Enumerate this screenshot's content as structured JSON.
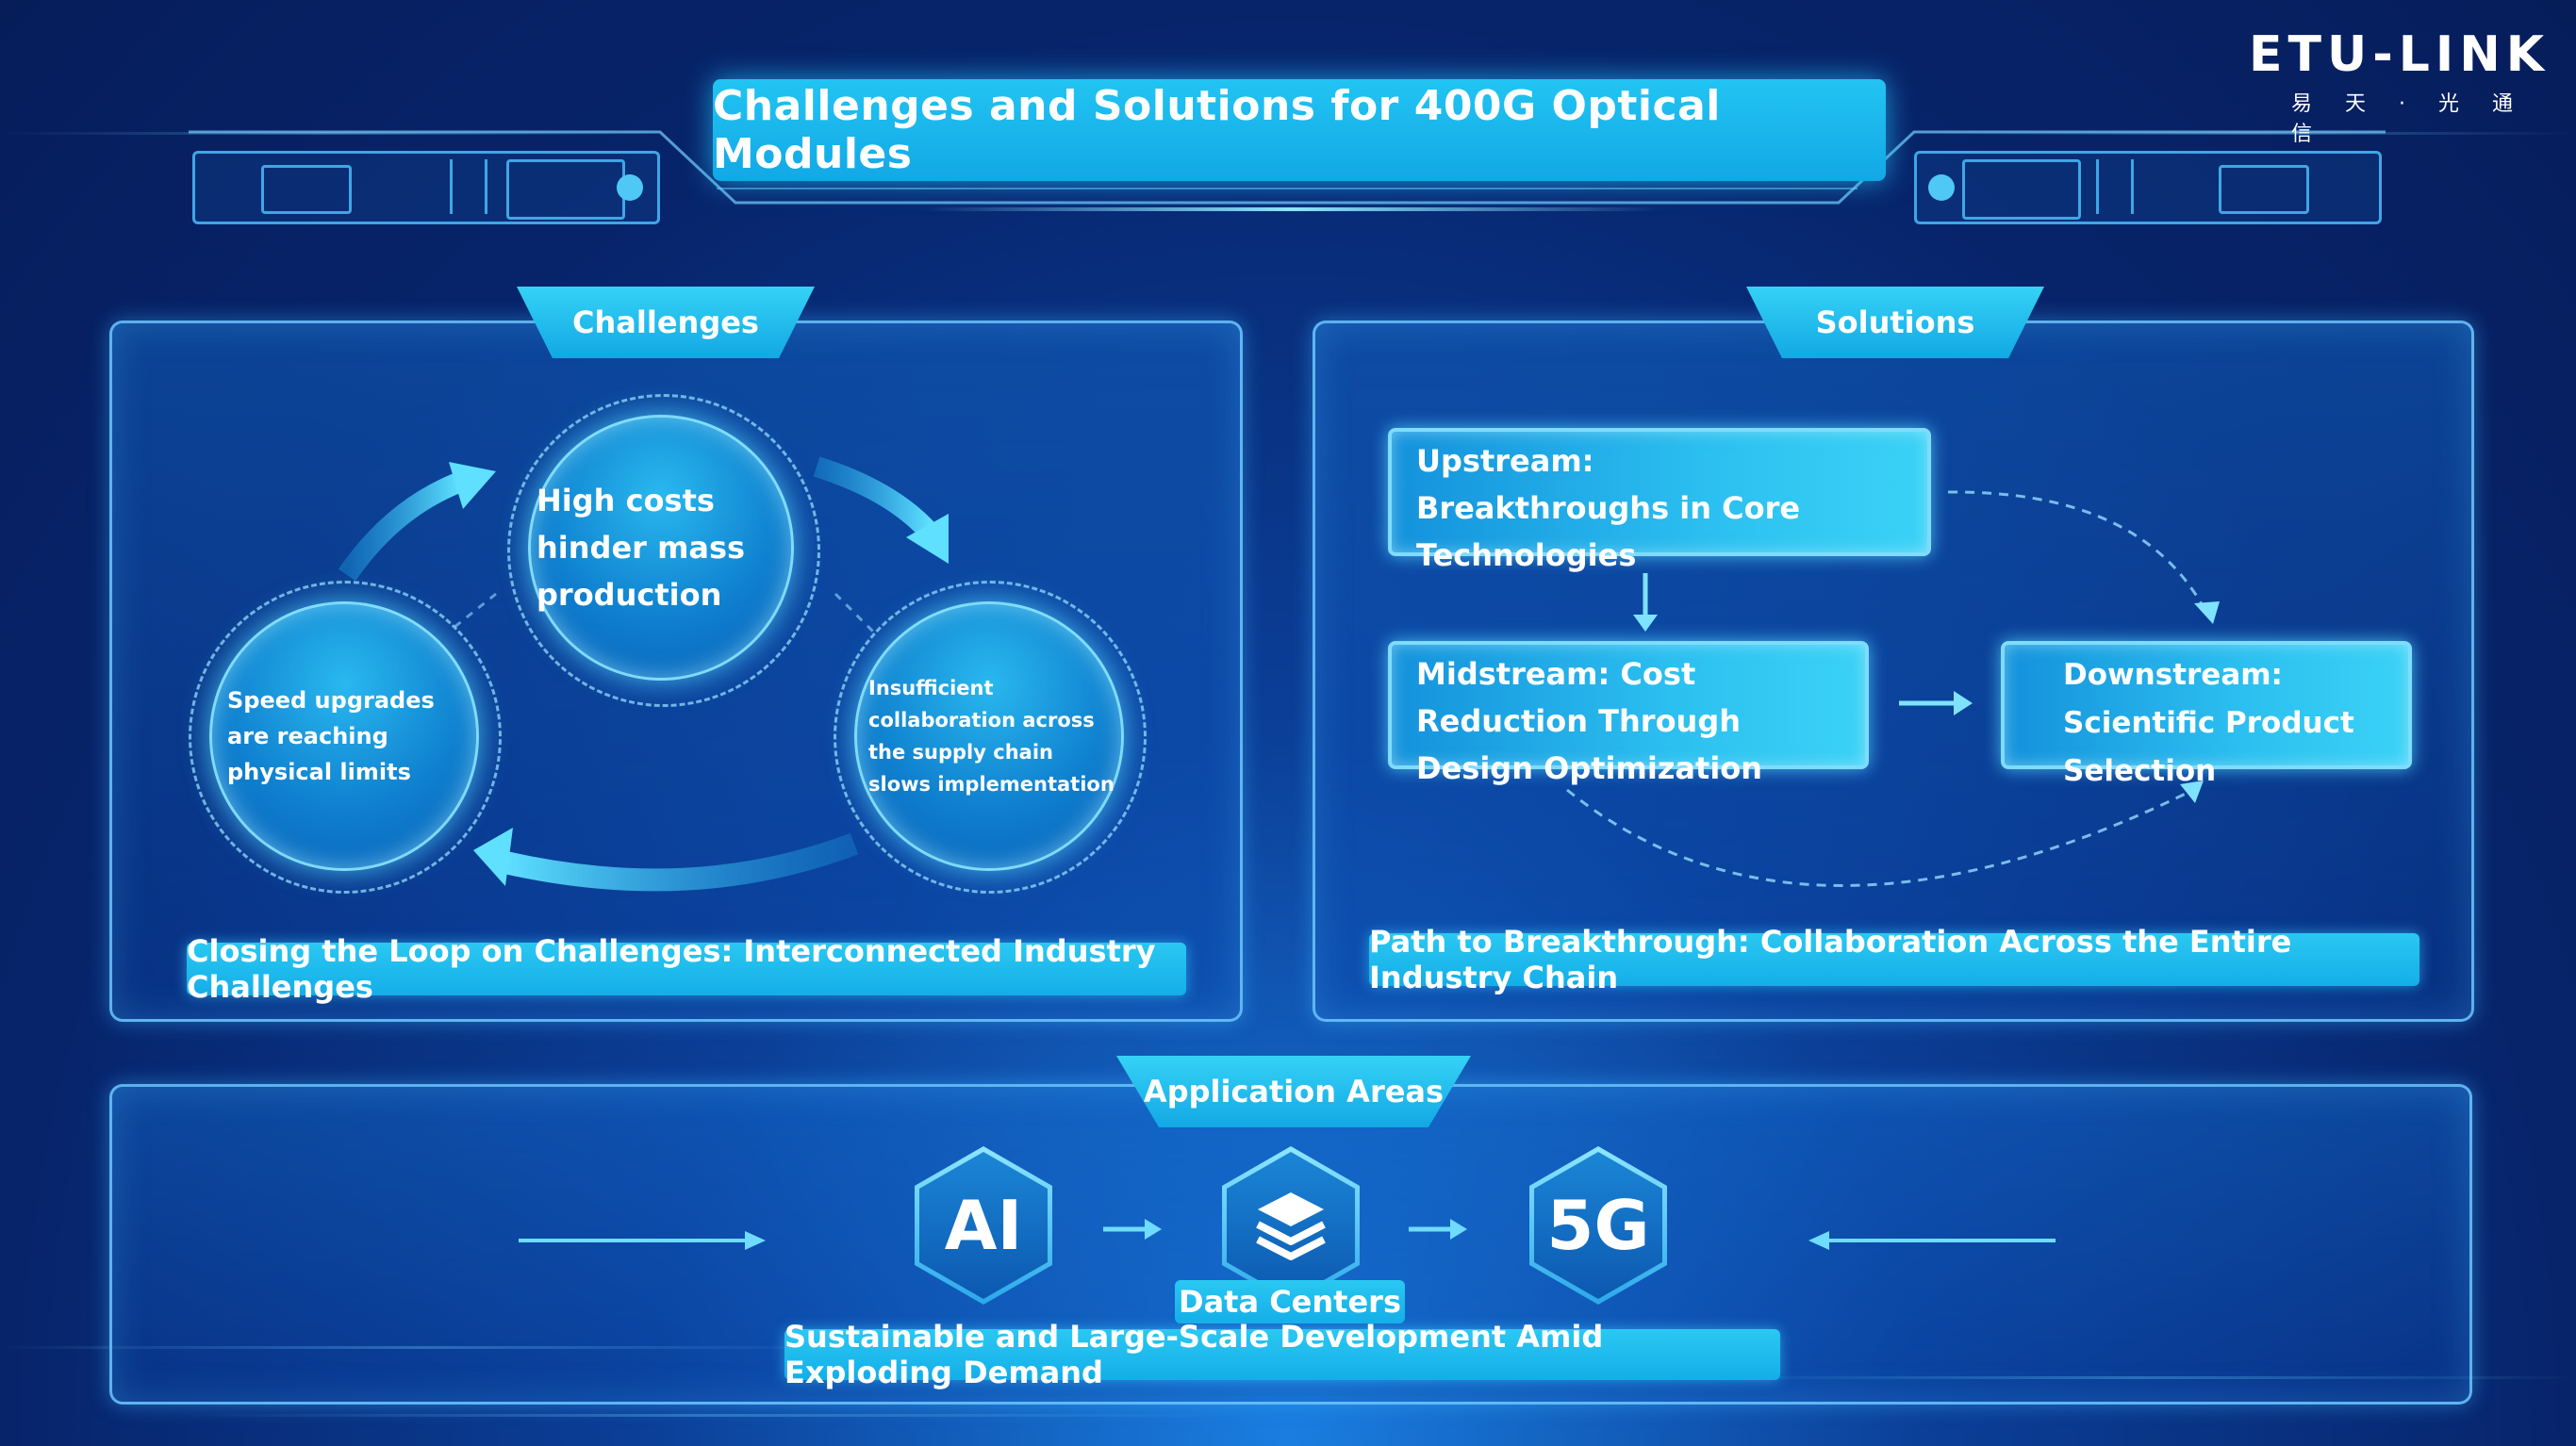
{
  "header": {
    "title": "Challenges and Solutions for 400G Optical Modules"
  },
  "logo": {
    "brand": "ETU-LINK",
    "subtitle": "易 天 · 光 通 信"
  },
  "challenges": {
    "tab_label": "Challenges",
    "items": [
      "High costs hinder mass production",
      "Speed upgrades are reaching physical limits",
      "Insufficient collaboration across the supply chain slows implementation"
    ],
    "caption": "Closing the Loop on Challenges: Interconnected Industry Challenges"
  },
  "solutions": {
    "tab_label": "Solutions",
    "upstream": "Upstream: Breakthroughs in Core Technologies",
    "midstream": "Midstream: Cost Reduction Through Design Optimization",
    "downstream": "Downstream: Scientific Product Selection",
    "caption": "Path to Breakthrough: Collaboration Across the Entire Industry Chain"
  },
  "applications": {
    "tab_label": "Application Areas",
    "ai_label": "AI",
    "data_centers_label": "Data Centers",
    "fiveg_label": "5G",
    "caption": "Sustainable and Large-Scale Development Amid Exploding Demand"
  },
  "colors": {
    "accent": "#22c4f2",
    "background": "#07246b"
  },
  "icons": [
    "layers-icon",
    "arrow-right-icon",
    "arrow-down-icon",
    "curved-arrow-icon"
  ]
}
